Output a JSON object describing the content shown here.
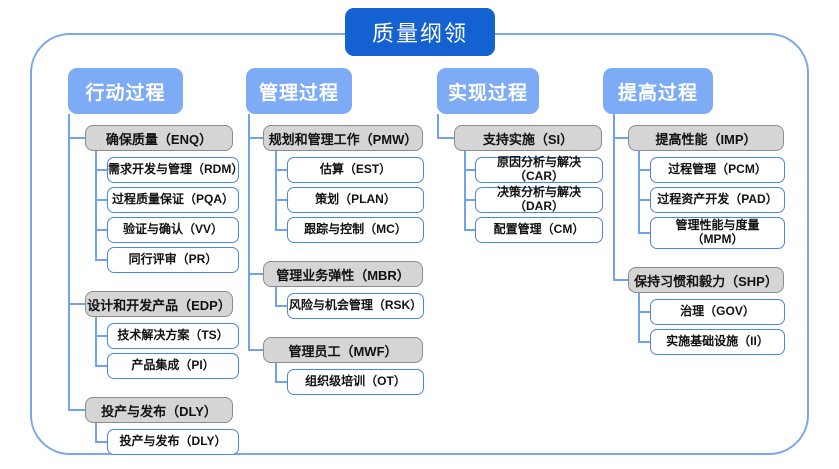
{
  "diagram": {
    "title": "质量纲领",
    "type": "hierarchy-tree",
    "colors": {
      "title_bg": "#1461d2",
      "column_header_bg": "#7eabf5",
      "category_bg": "#d5d5d5",
      "category_border": "#8c8c8c",
      "leaf_border": "#4a86e8",
      "connector": "#6fa3f0",
      "frame_border": "#7aa7ec"
    },
    "columns": [
      {
        "header": "行动过程",
        "groups": [
          {
            "category": "确保质量（ENQ）",
            "items": [
              "需求开发与管理（RDM）",
              "过程质量保证（PQA）",
              "验证与确认（VV）",
              "同行评审（PR）"
            ]
          },
          {
            "category": "设计和开发产品（EDP）",
            "items": [
              "技术解决方案（TS）",
              "产品集成（PI）"
            ]
          },
          {
            "category": "投产与发布（DLY）",
            "items": [
              "投产与发布（DLY）"
            ]
          }
        ]
      },
      {
        "header": "管理过程",
        "groups": [
          {
            "category": "规划和管理工作（PMW）",
            "items": [
              "估算（EST）",
              "策划（PLAN）",
              "跟踪与控制（MC）"
            ]
          },
          {
            "category": "管理业务弹性（MBR）",
            "items": [
              "风险与机会管理（RSK）"
            ]
          },
          {
            "category": "管理员工（MWF）",
            "items": [
              "组织级培训（OT）"
            ]
          }
        ]
      },
      {
        "header": "实现过程",
        "groups": [
          {
            "category": "支持实施（SI）",
            "items": [
              "原因分析与解决（CAR）",
              "决策分析与解决（DAR）",
              "配置管理（CM）"
            ]
          }
        ]
      },
      {
        "header": "提高过程",
        "groups": [
          {
            "category": "提高性能（IMP）",
            "items": [
              "过程管理（PCM）",
              "过程资产开发（PAD）",
              "管理性能与度量（MPM）"
            ]
          },
          {
            "category": "保持习惯和毅力（SHP）",
            "items": [
              "治理（GOV）",
              "实施基础设施（II）"
            ]
          }
        ]
      }
    ]
  }
}
